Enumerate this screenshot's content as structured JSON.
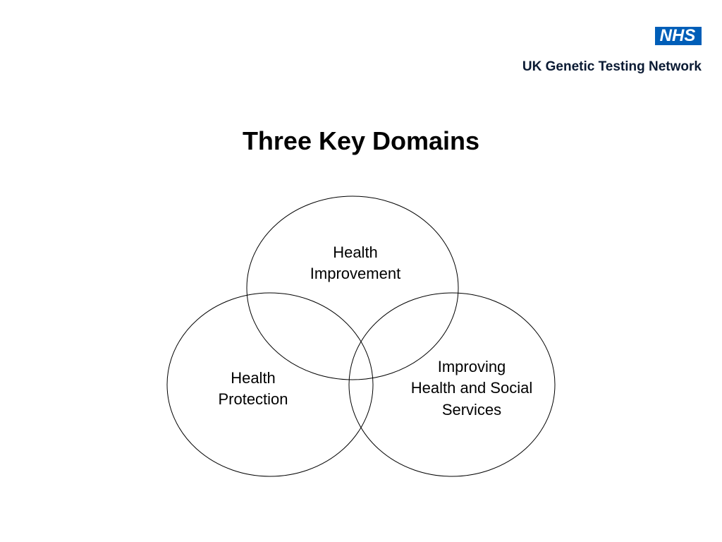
{
  "header": {
    "nhs_logo_text": "NHS",
    "network_name": "UK Genetic Testing Network",
    "brand_color": "#005EB8"
  },
  "title": "Three Key Domains",
  "venn": {
    "circles": [
      {
        "lines": [
          "Health",
          "Improvement"
        ]
      },
      {
        "lines": [
          "Health",
          "Protection"
        ]
      },
      {
        "lines": [
          "Improving",
          "Health and Social",
          "Services"
        ]
      }
    ]
  }
}
